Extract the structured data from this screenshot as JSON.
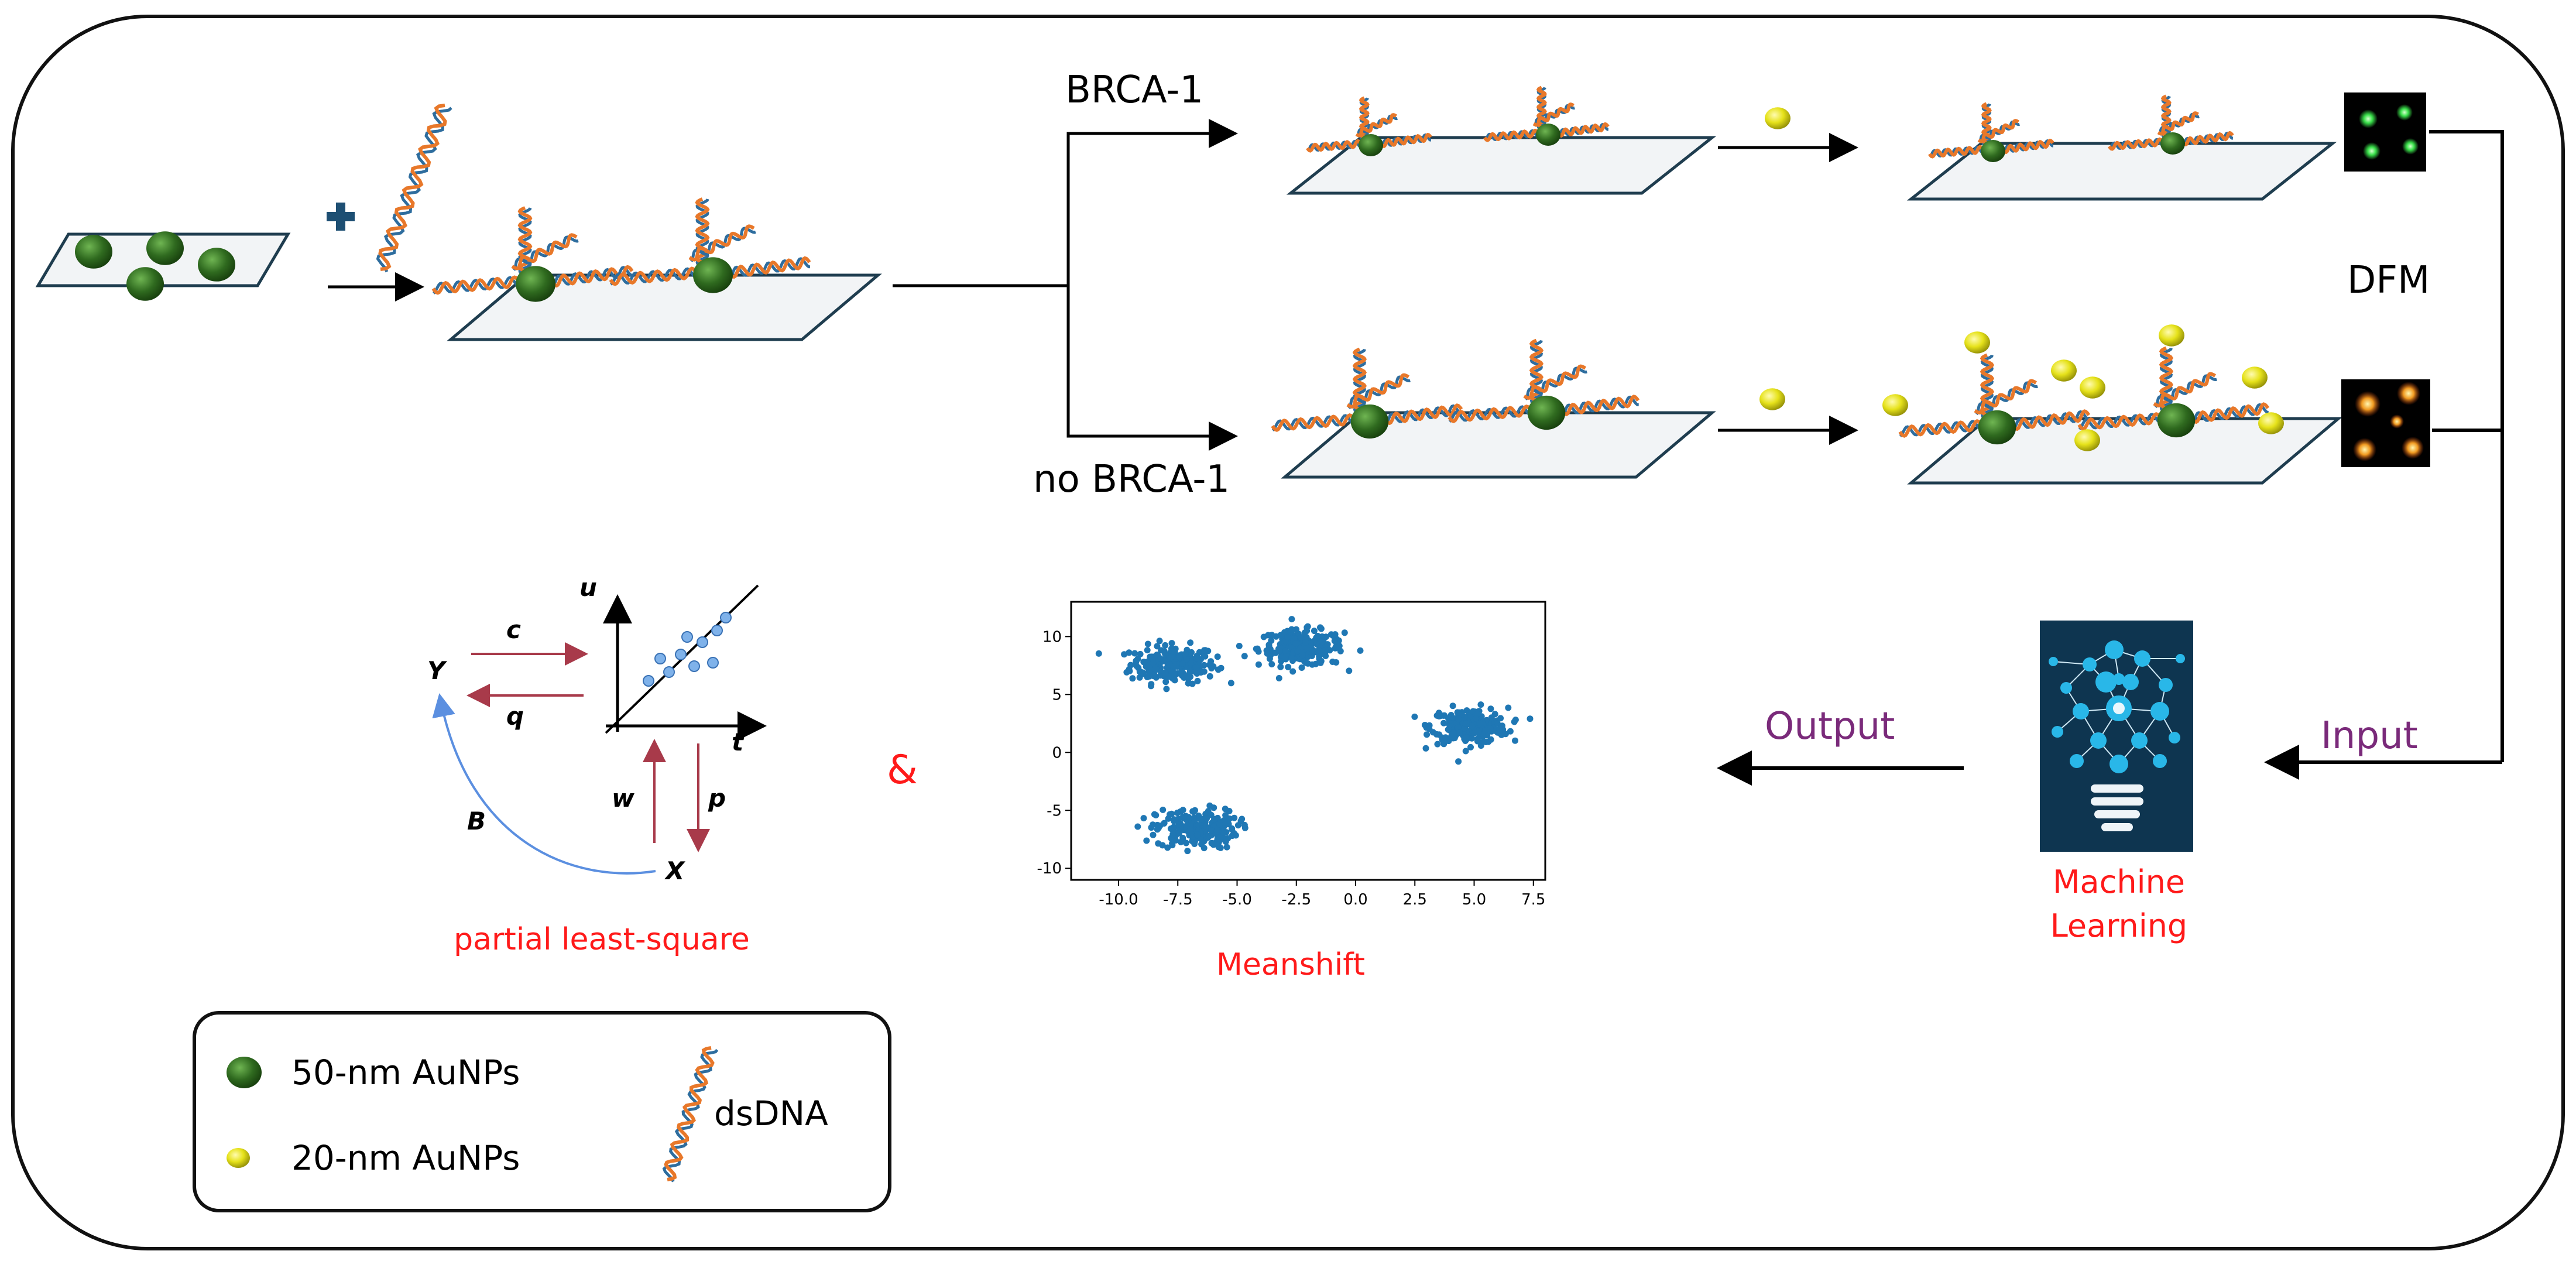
{
  "branch_labels": {
    "top": "BRCA-1",
    "bottom": "no BRCA-1"
  },
  "dfm_label": "DFM",
  "flow_labels": {
    "input": "Input",
    "output": "Output"
  },
  "ml_caption": [
    "Machine",
    "Learning"
  ],
  "pls": {
    "caption": "partial least-square",
    "var_y": "Y",
    "var_x": "X",
    "var_u": "u",
    "var_t": "t",
    "arrow_c": "c",
    "arrow_q": "q",
    "arrow_w": "w",
    "arrow_p": "p",
    "arrow_b": "B"
  },
  "ampersand": "&",
  "meanshift": {
    "caption": "Meanshift",
    "x_ticks": [
      "-10.0",
      "-7.5",
      "-5.0",
      "-2.5",
      "0.0",
      "2.5",
      "5.0",
      "7.5"
    ],
    "y_ticks": [
      "10",
      "5",
      "0",
      "-5",
      "-10"
    ]
  },
  "chart_data": {
    "type": "scatter",
    "title": "",
    "xlabel": "",
    "ylabel": "",
    "xlim": [
      -12,
      8
    ],
    "ylim": [
      -11,
      13
    ],
    "grid": false,
    "series": [
      {
        "center": [
          -7.7,
          7.6
        ],
        "spread": [
          1.0,
          0.9
        ],
        "count": 220
      },
      {
        "center": [
          -2.3,
          9.0
        ],
        "spread": [
          1.0,
          0.85
        ],
        "count": 220
      },
      {
        "center": [
          4.8,
          2.3
        ],
        "spread": [
          0.9,
          0.85
        ],
        "count": 220
      },
      {
        "center": [
          -6.7,
          -6.6
        ],
        "spread": [
          0.95,
          0.95
        ],
        "count": 220
      }
    ]
  },
  "legend": {
    "large_np": "50-nm AuNPs",
    "small_np": "20-nm AuNPs",
    "dna": "dsDNA"
  },
  "colors": {
    "np_green": "#2f6a1f",
    "np_yellow": "#e6e21a",
    "dna_orange": "#e8782a",
    "dna_blue": "#2e6d9e",
    "caption_red": "#ff1a1a",
    "flow_purple": "#7a2a7a",
    "scatter_blue": "#1f77b4",
    "pls_arrow": "#a83a4a"
  }
}
